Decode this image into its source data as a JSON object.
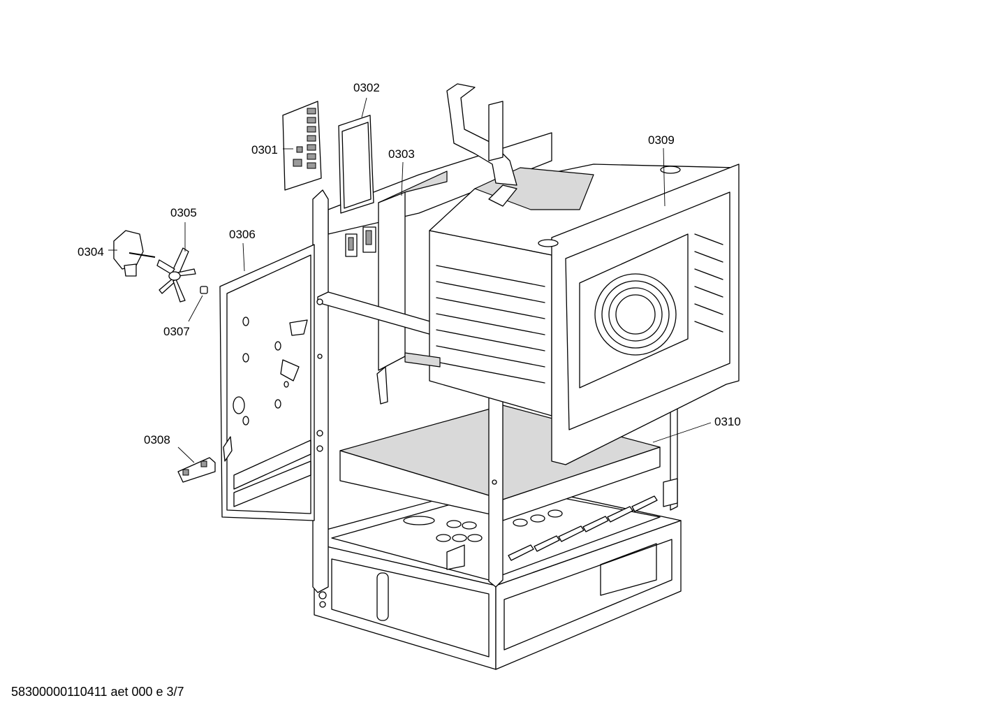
{
  "diagram": {
    "part_labels": [
      {
        "id": "0301",
        "text": "0301"
      },
      {
        "id": "0302",
        "text": "0302"
      },
      {
        "id": "0303",
        "text": "0303"
      },
      {
        "id": "0304",
        "text": "0304"
      },
      {
        "id": "0305",
        "text": "0305"
      },
      {
        "id": "0306",
        "text": "0306"
      },
      {
        "id": "0307",
        "text": "0307"
      },
      {
        "id": "0308",
        "text": "0308"
      },
      {
        "id": "0309",
        "text": "0309"
      },
      {
        "id": "0310",
        "text": "0310"
      }
    ]
  },
  "footer": {
    "doc_code": "58300000110411 aet 000 e 3/7"
  }
}
